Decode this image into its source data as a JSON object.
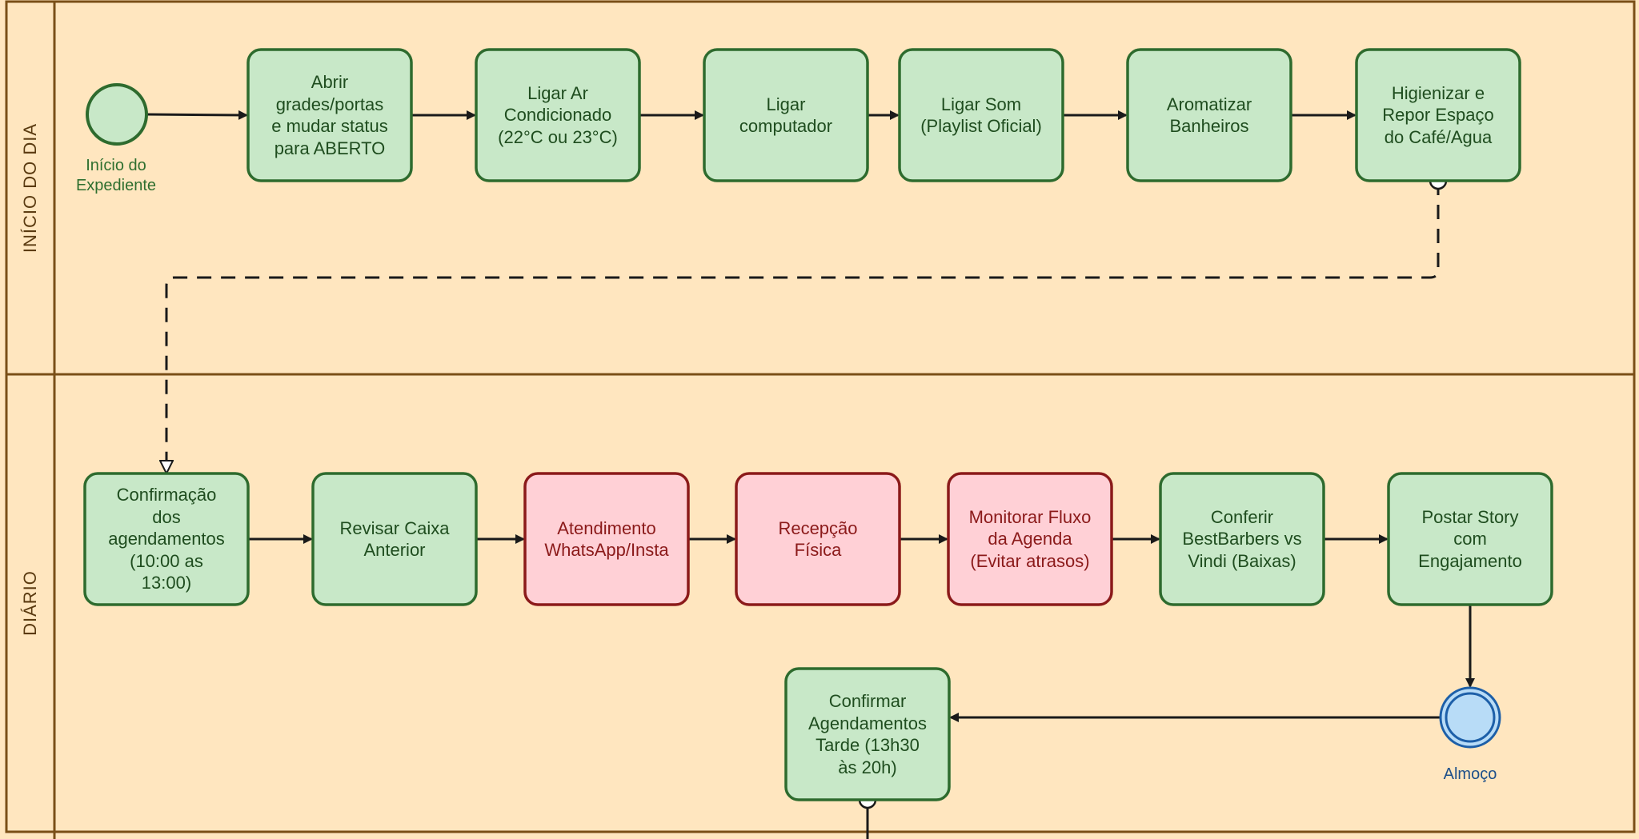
{
  "lanes": [
    {
      "id": "lane-inicio",
      "label": "INÍCIO DO DIA"
    },
    {
      "id": "lane-diario",
      "label": "DIÁRIO"
    }
  ],
  "events": [
    {
      "id": "ev-start",
      "label": "Início do\nExpediente",
      "kind": "start"
    },
    {
      "id": "ev-almoco",
      "label": "Almoço",
      "kind": "intermediate"
    }
  ],
  "tasks": [
    {
      "id": "t1",
      "label": "Abrir\ngrades/portas\ne mudar status\npara ABERTO",
      "status": "normal"
    },
    {
      "id": "t2",
      "label": "Ligar Ar\nCondicionado\n(22°C ou 23°C)",
      "status": "normal"
    },
    {
      "id": "t3",
      "label": "Ligar\ncomputador",
      "status": "normal"
    },
    {
      "id": "t4",
      "label": "Ligar Som\n(Playlist Oficial)",
      "status": "normal"
    },
    {
      "id": "t5",
      "label": "Aromatizar\nBanheiros",
      "status": "normal"
    },
    {
      "id": "t6",
      "label": "Higienizar e\nRepor Espaço\ndo Café/Agua",
      "status": "normal"
    },
    {
      "id": "t7",
      "label": "Confirmação\ndos\nagendamentos\n(10:00 as\n13:00)",
      "status": "normal"
    },
    {
      "id": "t8",
      "label": "Revisar Caixa\nAnterior",
      "status": "normal"
    },
    {
      "id": "t9",
      "label": "Atendimento\nWhatsApp/Insta",
      "status": "critical"
    },
    {
      "id": "t10",
      "label": "Recepção\nFísica",
      "status": "critical"
    },
    {
      "id": "t11",
      "label": "Monitorar Fluxo\nda Agenda\n(Evitar atrasos)",
      "status": "critical"
    },
    {
      "id": "t12",
      "label": "Conferir\nBestBarbers vs\nVindi (Baixas)",
      "status": "normal"
    },
    {
      "id": "t13",
      "label": "Postar Story\ncom\nEngajamento",
      "status": "normal"
    },
    {
      "id": "t14",
      "label": "Confirmar\nAgendamentos\nTarde (13h30\nàs 20h)",
      "status": "normal"
    }
  ],
  "flows": [
    {
      "from": "ev-start",
      "to": "t1",
      "type": "sequence"
    },
    {
      "from": "t1",
      "to": "t2",
      "type": "sequence"
    },
    {
      "from": "t2",
      "to": "t3",
      "type": "sequence"
    },
    {
      "from": "t3",
      "to": "t4",
      "type": "sequence"
    },
    {
      "from": "t4",
      "to": "t5",
      "type": "sequence"
    },
    {
      "from": "t5",
      "to": "t6",
      "type": "sequence"
    },
    {
      "from": "t6",
      "to": "t7",
      "type": "message"
    },
    {
      "from": "t7",
      "to": "t8",
      "type": "sequence"
    },
    {
      "from": "t8",
      "to": "t9",
      "type": "sequence"
    },
    {
      "from": "t9",
      "to": "t10",
      "type": "sequence"
    },
    {
      "from": "t10",
      "to": "t11",
      "type": "sequence"
    },
    {
      "from": "t11",
      "to": "t12",
      "type": "sequence"
    },
    {
      "from": "t12",
      "to": "t13",
      "type": "sequence"
    },
    {
      "from": "t13",
      "to": "ev-almoco",
      "type": "sequence"
    },
    {
      "from": "ev-almoco",
      "to": "t14",
      "type": "sequence"
    }
  ],
  "colors": {
    "background": "#ffe6bf",
    "lane_border": "#7a4f17",
    "task_fill": "#c8e8c8",
    "task_stroke": "#2e6b2e",
    "critical_fill": "#ffd0d6",
    "critical_stroke": "#8b1a1a",
    "event_blue_fill": "#b8dcf7",
    "event_blue_stroke": "#1d5fa8",
    "edge": "#1a1a1a"
  }
}
